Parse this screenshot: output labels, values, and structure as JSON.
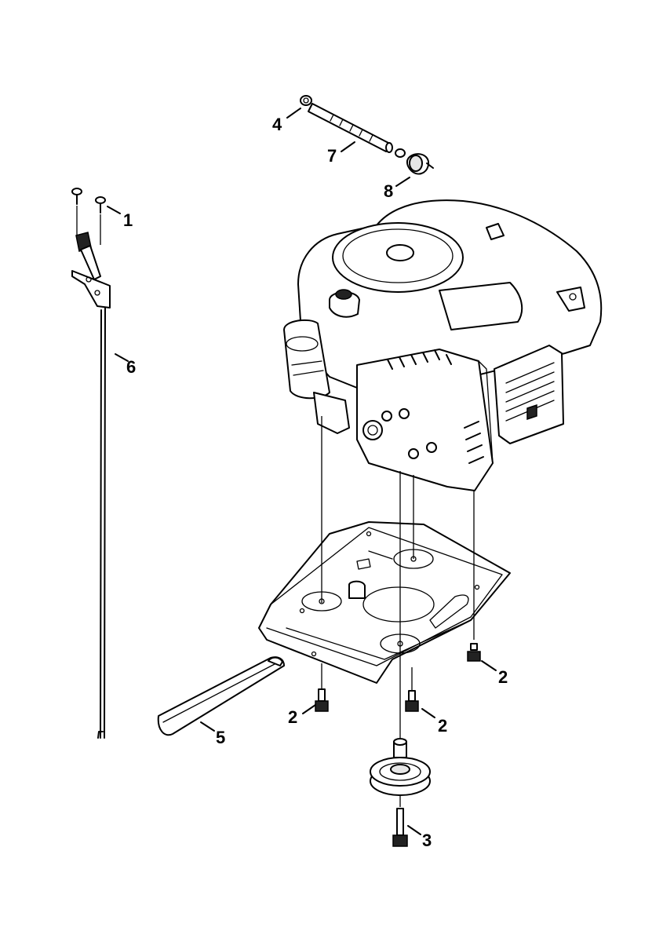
{
  "callouts": {
    "c1": "1",
    "c2a": "2",
    "c2b": "2",
    "c2c": "2",
    "c3": "3",
    "c4": "4",
    "c5": "5",
    "c6": "6",
    "c7": "7",
    "c8": "8"
  }
}
